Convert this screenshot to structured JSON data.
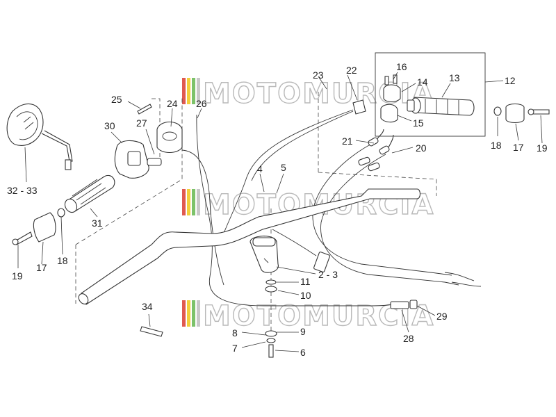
{
  "watermark": {
    "text": "MOTOMURCIA",
    "colors": [
      "#e05a50",
      "#f2cf3a",
      "#7cc26a",
      "#c8c8c8"
    ]
  },
  "parts": {
    "p22": "22",
    "p23": "23",
    "p16": "16",
    "p14": "14",
    "p13": "13",
    "p12": "12",
    "p15": "15",
    "p25": "25",
    "p24": "24",
    "p26": "26",
    "p30": "30",
    "p27": "27",
    "p21": "21",
    "p20": "20",
    "p18a": "18",
    "p17a": "17",
    "p19a": "19",
    "p4": "4",
    "p5": "5",
    "p3233": "32 - 33",
    "p31": "31",
    "p19b": "19",
    "p17b": "17",
    "p18b": "18",
    "p23b": "2 - 3",
    "p11": "11",
    "p10": "10",
    "p34": "34",
    "p8": "8",
    "p9": "9",
    "p7": "7",
    "p6": "6",
    "p29": "29",
    "p28": "28"
  }
}
